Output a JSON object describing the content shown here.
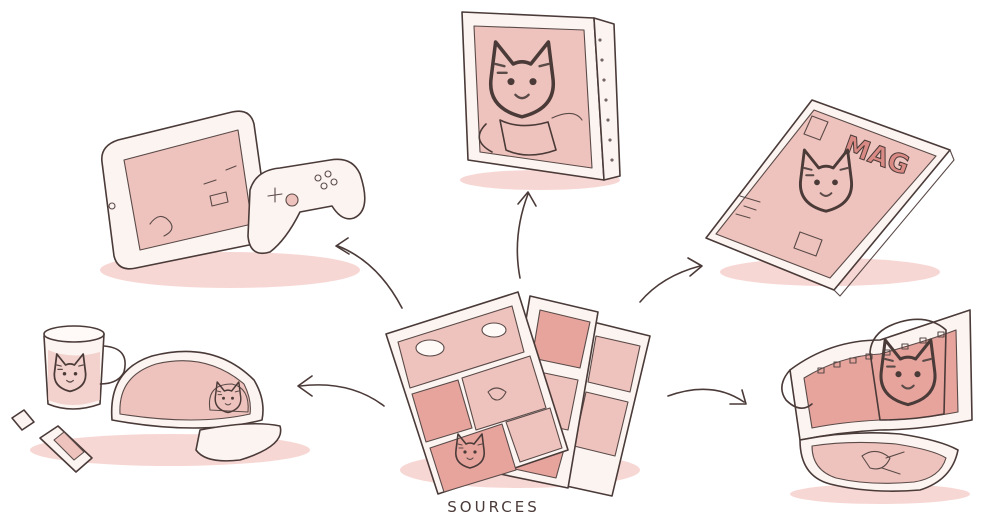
{
  "caption": "SOURCES",
  "magazine_cover_text": "MAG",
  "palette": {
    "ink": "#4a3a38",
    "pink_light": "#efc3bd",
    "pink_mid": "#e6a49d",
    "pink_deep": "#d98a84",
    "paper": "#fbf4f1"
  },
  "items": [
    {
      "name": "comic-pages",
      "icon": "comic-pages-icon"
    },
    {
      "name": "tablet-with-game-controller",
      "icon": "tablet-game-icon"
    },
    {
      "name": "framed-cat-picture",
      "icon": "canvas-print-icon"
    },
    {
      "name": "magazine",
      "icon": "magazine-icon"
    },
    {
      "name": "mug-cap-usb-drive",
      "icon": "merchandise-icon"
    },
    {
      "name": "film-strip",
      "icon": "film-strip-icon"
    }
  ]
}
